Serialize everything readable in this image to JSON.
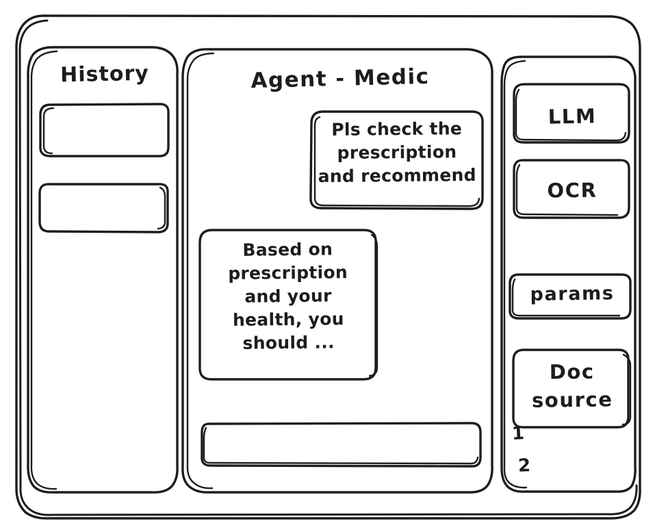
{
  "window": {
    "style": "hand-drawn-wireframe",
    "stroke_color": "#1d1d1d",
    "background_color": "#ffffff"
  },
  "sidebar_left": {
    "title": "History",
    "items": [
      {
        "label": "",
        "name": "history-item-1"
      },
      {
        "label": "",
        "name": "history-item-2"
      }
    ]
  },
  "main": {
    "title": "Agent - Medic",
    "messages": [
      {
        "role": "user",
        "text": "Pls check the\nprescription\nand recommend",
        "align": "right"
      },
      {
        "role": "agent",
        "text": "Based on\nprescription\nand your\nhealth, you\nshould ...",
        "align": "left"
      }
    ],
    "composer": {
      "value": "",
      "placeholder": ""
    }
  },
  "sidebar_right": {
    "tools": [
      {
        "label": "LLM",
        "name": "tool-card-llm"
      },
      {
        "label": "OCR",
        "name": "tool-card-ocr"
      }
    ],
    "params": {
      "label": "params"
    },
    "doc_source": {
      "label": "Doc\nsource",
      "items": [
        "1",
        "2"
      ]
    }
  }
}
